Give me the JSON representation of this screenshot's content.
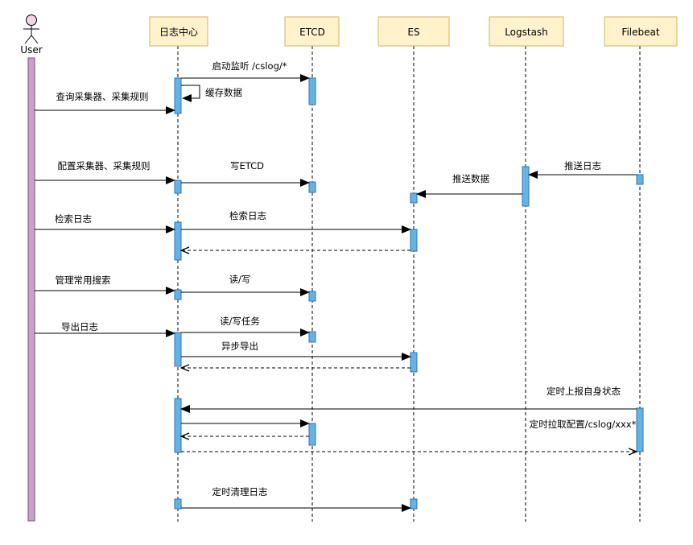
{
  "actor": {
    "name": "User"
  },
  "participants": [
    {
      "id": "center",
      "label": "日志中心"
    },
    {
      "id": "etcd",
      "label": "ETCD"
    },
    {
      "id": "es",
      "label": "ES"
    },
    {
      "id": "logstash",
      "label": "Logstash"
    },
    {
      "id": "filebeat",
      "label": "Filebeat"
    }
  ],
  "messages": {
    "start_watch": "启动监听 /cslog/*",
    "cache_data": "缓存数据",
    "query_collectors": "查询采集器、采集规则",
    "config_collectors": "配置采集器、采集规则",
    "write_etcd": "写ETCD",
    "push_log": "推送日志",
    "push_data": "推送数据",
    "search_log_user": "检索日志",
    "search_log_es": "检索日志",
    "manage_search": "管理常用搜索",
    "read_write": "读/写",
    "export_log": "导出日志",
    "read_write_task": "读/写任务",
    "async_export": "异步导出",
    "report_status": "定时上报自身状态",
    "pull_config": "定时拉取配置/cslog/xxx*",
    "clean_log": "定时清理日志"
  },
  "colors": {
    "header_fill": "#fff2cc",
    "header_stroke": "#d6b656",
    "activation_fill": "#66b2e3",
    "activation_stroke": "#2e75b6",
    "actor_bar_fill": "#c8a2c8",
    "actor_bar_stroke": "#7a4f7a",
    "actor_head_fill": "#f4d4e4"
  }
}
